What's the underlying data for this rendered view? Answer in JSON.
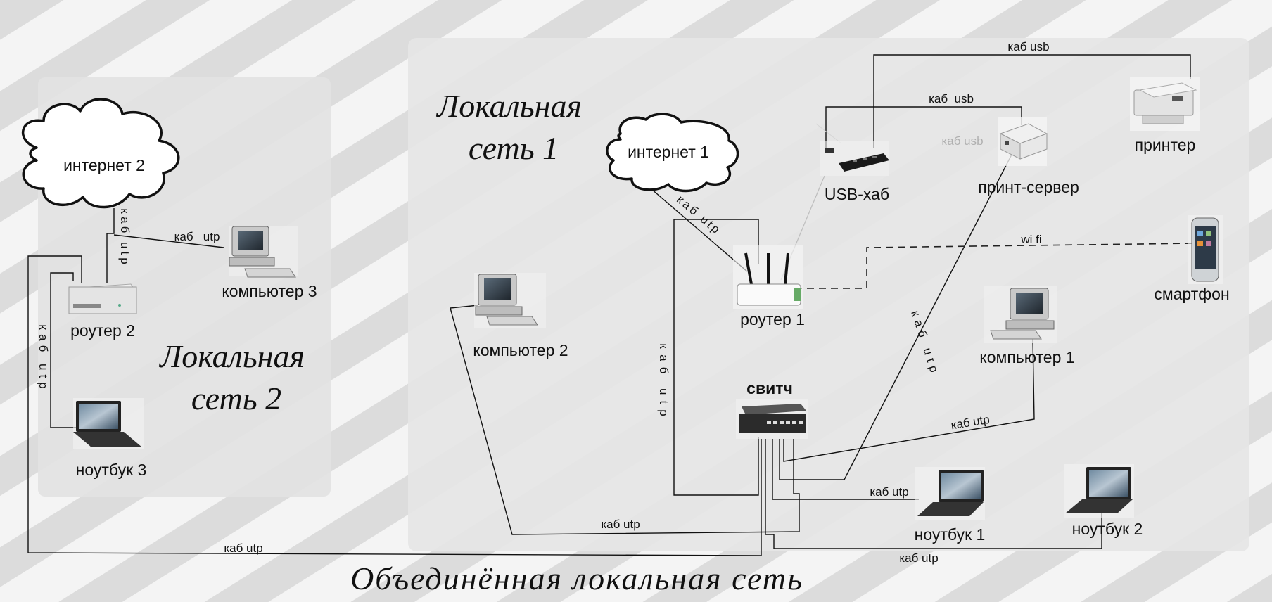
{
  "diagram": {
    "title": "Объединённая локальная сеть",
    "zones": {
      "local_net_1": {
        "line1": "Локальная",
        "line2": "сеть 1"
      },
      "local_net_2": {
        "line1": "Локальная",
        "line2": "сеть 2"
      }
    },
    "nodes": {
      "internet_2": "интернет 2",
      "internet_1": "интернет 1",
      "router_2": "роутер 2",
      "router_1": "роутер 1",
      "computer_3": "компьютер 3",
      "computer_2": "компьютер 2",
      "computer_1": "компьютер 1",
      "laptop_3": "ноутбук 3",
      "laptop_1": "ноутбук 1",
      "laptop_2": "ноутбук 2",
      "switch": "свитч",
      "usb_hub": "USB-хаб",
      "print_server": "принт-сервер",
      "printer": "принтер",
      "smartphone": "смартфон"
    },
    "cables": {
      "usb_top": "каб usb",
      "usb_mid": "каб  usb",
      "usb_faint": "каб usb",
      "wifi": "wi fi",
      "utp_comp3": "каб   utp",
      "utp_vertical_inet2": "каб utp",
      "utp_vertical_laptop3": "каб utp",
      "utp_router1": "каб utp",
      "utp_vertical_switch": "каб utp",
      "utp_printserver": "каб utp",
      "utp_comp1": "каб utp",
      "utp_laptop1": "каб utp",
      "utp_comp2": "каб utp",
      "utp_bottom_left": "каб utp",
      "utp_laptop2": "каб utp"
    }
  }
}
